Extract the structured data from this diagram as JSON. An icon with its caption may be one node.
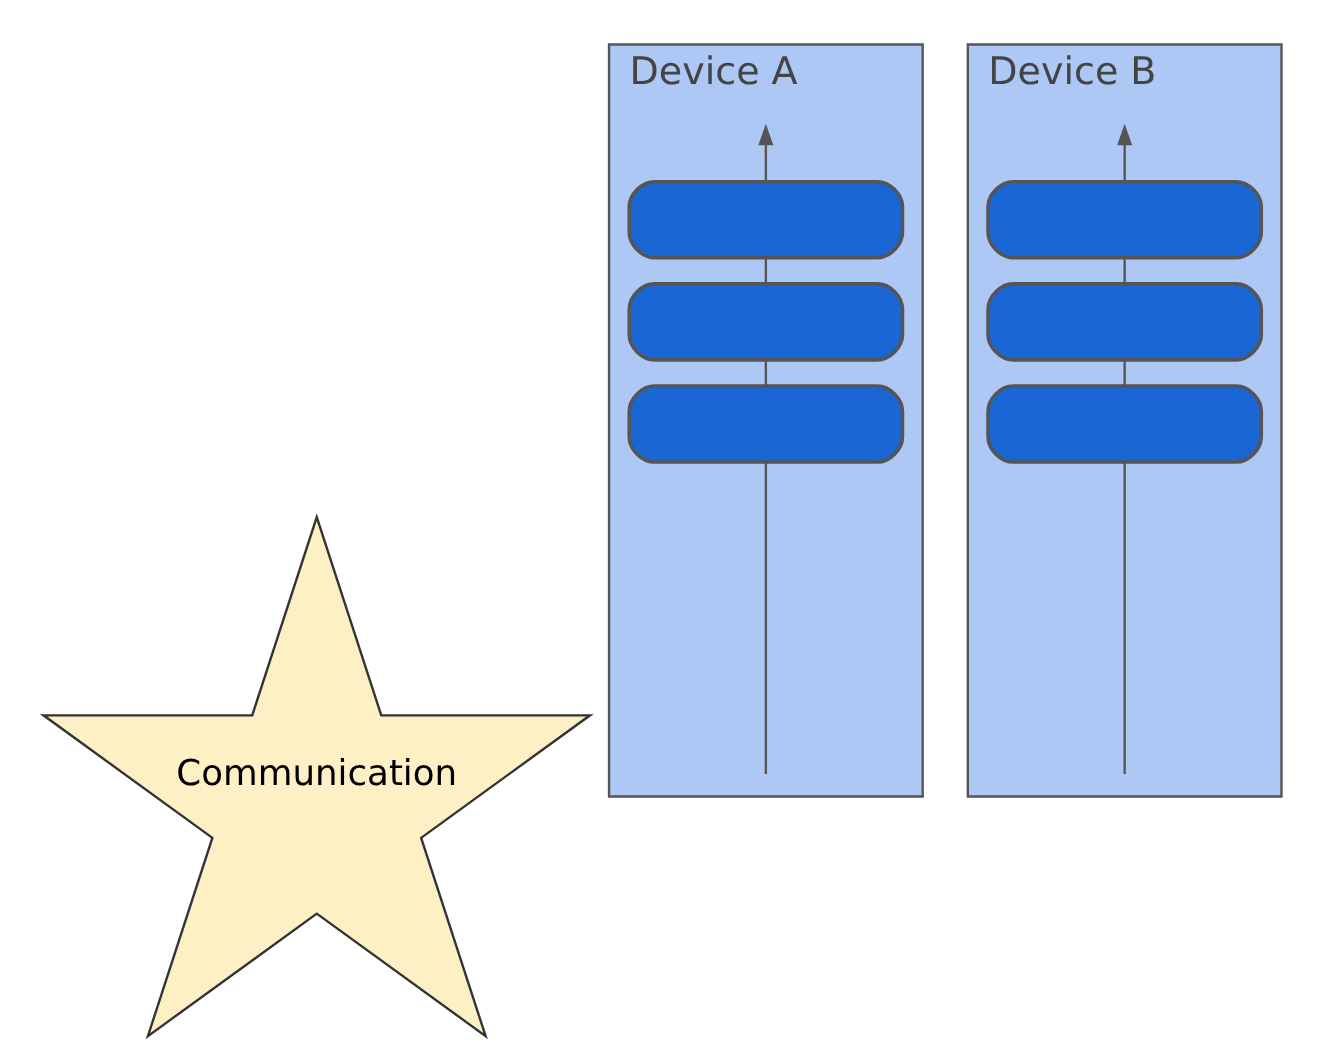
{
  "diagram": {
    "nodes": [
      {
        "text": [
          "Communication"
        ]
      },
      {
        "text": [
          "Device A"
        ]
      },
      {
        "text": [],
        "shape": "box",
        "in": 1
      },
      {
        "text": [],
        "shape": "box",
        "in": 1
      },
      {
        "text": [],
        "shape": "box",
        "in": 1
      },
      {
        "text": [
          "Device B"
        ]
      },
      {
        "text": [],
        "shape": "box",
        "in": 5
      },
      {
        "text": [],
        "shape": "box",
        "in": 5
      },
      {
        "text": [],
        "shape": "box",
        "in": 5
      }
    ],
    "edges": [
      {
        "from": null,
        "to": 4,
        "arrow": "none"
      },
      {
        "from": 4,
        "to": 3,
        "arrow": "none"
      },
      {
        "from": 3,
        "to": 2,
        "arrow": "none"
      },
      {
        "from": 2,
        "to": null,
        "arrow": "to"
      },
      {
        "from": null,
        "to": 8,
        "arrow": "none"
      },
      {
        "from": 8,
        "to": 7,
        "arrow": "none"
      },
      {
        "from": 7,
        "to": 6,
        "arrow": "none"
      },
      {
        "from": 6,
        "to": null,
        "arrow": "to"
      }
    ]
  }
}
